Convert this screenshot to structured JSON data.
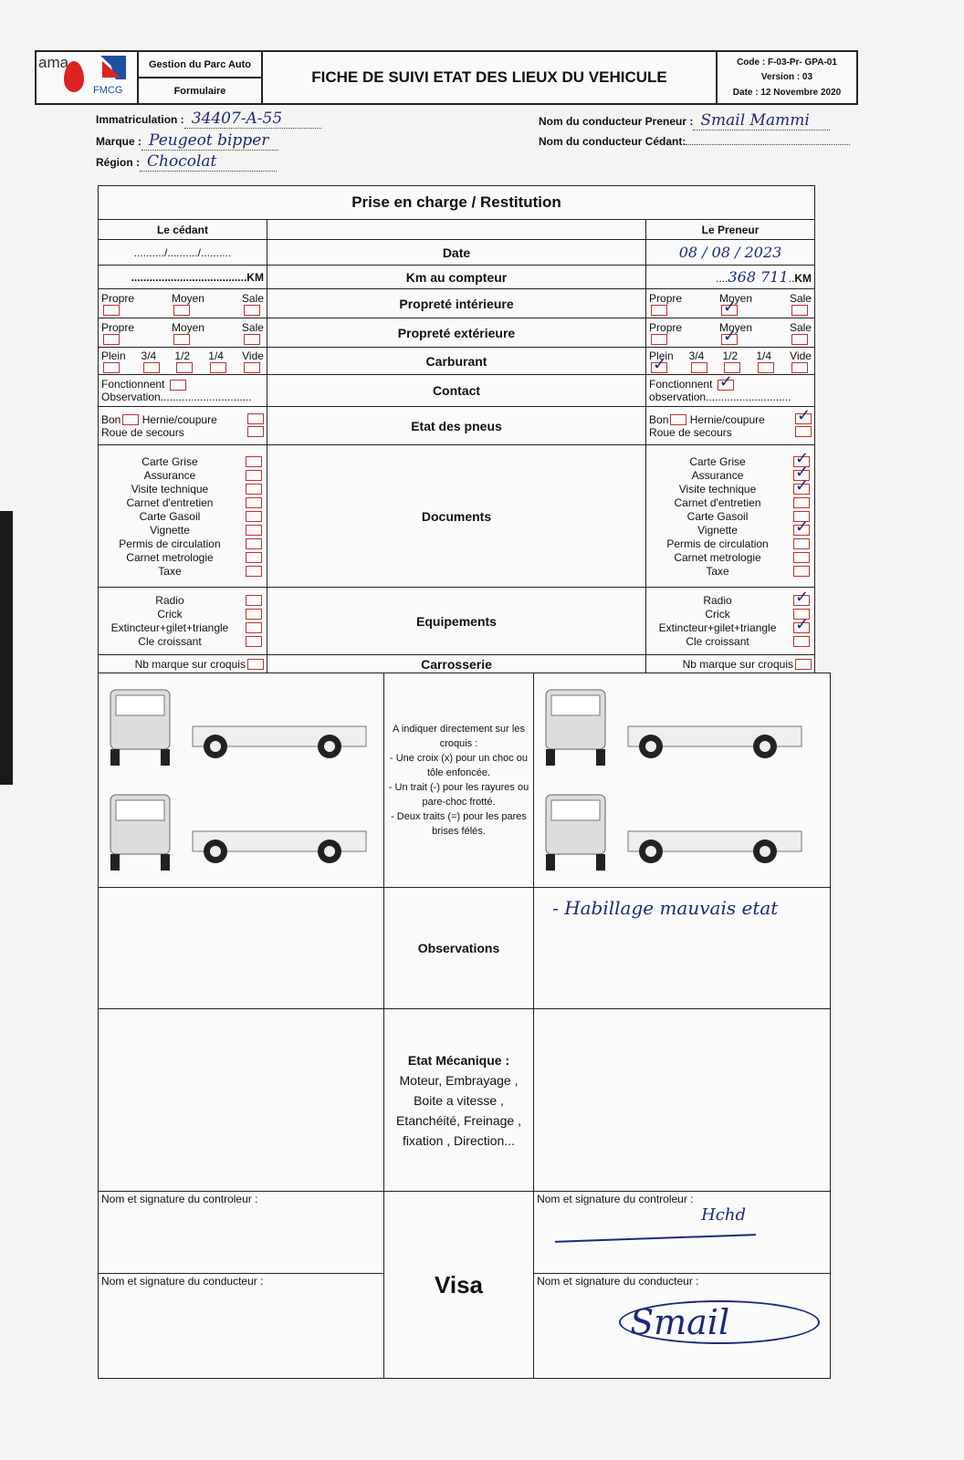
{
  "header": {
    "logo_text": "ama",
    "logo_sub": "FMCG",
    "department": "Gestion du Parc Auto",
    "doc_type": "Formulaire",
    "title": "FICHE DE SUIVI ETAT DES LIEUX DU VEHICULE",
    "code": "Code : F-03-Pr- GPA-01",
    "version": "Version : 03",
    "date": "Date : 12 Novembre 2020"
  },
  "fields": {
    "immatriculation": {
      "label": "Immatriculation :",
      "value": "34407-A-55"
    },
    "marque": {
      "label": "Marque :",
      "value": "Peugeot bipper"
    },
    "region": {
      "label": "Région :",
      "value": "Chocolat"
    },
    "preneur": {
      "label": "Nom du conducteur Preneur :",
      "value": "Smail Mammi"
    },
    "cedant": {
      "label": "Nom du conducteur Cédant:",
      "value": ""
    }
  },
  "table": {
    "title": "Prise en charge / Restitution",
    "col_left": "Le cédant",
    "col_right": "Le Preneur",
    "rows": {
      "date": "Date",
      "km": "Km au compteur",
      "prop_int": "Propreté intérieure",
      "prop_ext": "Propreté extérieure",
      "carburant": "Carburant",
      "contact": "Contact",
      "pneus": "Etat des pneus",
      "documents": "Documents",
      "equipements": "Equipements",
      "carrosserie": "Carrosserie"
    },
    "left": {
      "date": "........../........../..........",
      "km": "......................................KM"
    },
    "right": {
      "date": "08 / 08 / 2023",
      "km": "368 711",
      "km_unit": "KM"
    },
    "proprete_opts": [
      "Propre",
      "Moyen",
      "Sale"
    ],
    "carburant_opts": [
      "Plein",
      "3/4",
      "1/2",
      "1/4",
      "Vide"
    ],
    "contact": {
      "fonctionnement": "Fonctionnent",
      "observation_left": "Observation..............................",
      "observation_right": "observation............................"
    },
    "pneus": {
      "bon": "Bon",
      "hernie": "Hernie/coupure",
      "roue": "Roue de secours"
    },
    "documents": [
      "Carte Grise",
      "Assurance",
      "Visite technique",
      "Carnet d'entretien",
      "Carte Gasoil",
      "Vignette",
      "Permis de circulation",
      "Carnet metrologie",
      "Taxe"
    ],
    "equipements": [
      "Radio",
      "Crick",
      "Extincteur+gilet+triangle",
      "Cle croissant"
    ],
    "nb_marque": "Nb marque sur croquis",
    "right_checks": {
      "prop_int": "Moyen",
      "prop_ext": "Moyen",
      "carburant": "Plein",
      "fonctionnement": true,
      "hernie": true,
      "documents": [
        true,
        true,
        true,
        false,
        false,
        true,
        false,
        false,
        false
      ],
      "equipements": [
        true,
        false,
        true,
        false
      ]
    }
  },
  "croquis_note": [
    "A indiquer directement sur les croquis :",
    "- Une croix (x) pour un choc ou tôle enfoncée.",
    "- Un trait (-) pour les rayures ou pare-choc frotté.",
    "- Deux traits (=) pour les pares brises félés."
  ],
  "observations": {
    "label": "Observations",
    "right_text": "- Habillage mauvais etat"
  },
  "mecanique": {
    "label": "Etat Mécanique :",
    "detail": "Moteur, Embrayage , Boite a vitesse , Etanchéité, Freinage , fixation , Direction..."
  },
  "signatures": {
    "controleur": "Nom et signature du controleur :",
    "conducteur": "Nom et signature du conducteur :",
    "visa": "Visa",
    "controleur_sig": "Hchd",
    "conducteur_sig": "Smail"
  }
}
